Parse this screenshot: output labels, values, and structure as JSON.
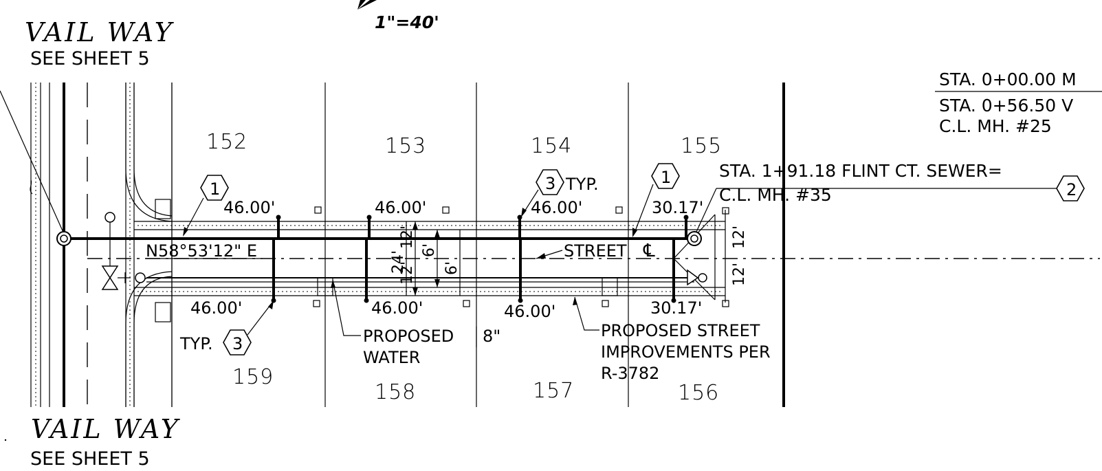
{
  "scale_label": "1\"=40'",
  "streets": {
    "top_name": "VAIL WAY",
    "top_ref": "SEE SHEET 5",
    "bottom_name": "VAIL WAY",
    "bottom_ref": "SEE SHEET 5",
    "centerline_label": "STREET",
    "centerline_symbol": "℄"
  },
  "lots_north": [
    "152",
    "153",
    "154",
    "155"
  ],
  "lots_south": [
    "159",
    "158",
    "157",
    "156"
  ],
  "stations": {
    "sta1_line": "STA. 0+00.00 M",
    "sta2_line": "STA. 0+56.50 V",
    "sta2_mh": "C.L. MH. #25",
    "sta3_line": "STA. 1+91.18 FLINT CT. SEWER=",
    "sta3_mh": "C.L. MH. #35"
  },
  "bearing": "N58°53'12\" E",
  "dimensions": {
    "north": [
      "46.00'",
      "46.00'",
      "46.00'",
      "30.17'"
    ],
    "south": [
      "46.00'",
      "46.00'",
      "46.00'",
      "30.17'"
    ],
    "row_total": "24'",
    "half_a": "12'",
    "half_b": "12'",
    "sidewalk_a": "6'",
    "sidewalk_b": "6'",
    "right_half_a": "12'",
    "right_half_b": "12'"
  },
  "callouts": {
    "c1_left": "1",
    "c1_right": "1",
    "c2": "2",
    "c3_top": "3",
    "c3_top_typ": "TYP.",
    "c3_bottom": "3",
    "c3_bottom_typ": "TYP."
  },
  "notes": {
    "water_line1": "PROPOSED",
    "water_size": "8\"",
    "water_line2": "WATER",
    "street_line1": "PROPOSED STREET",
    "street_line2": "IMPROVEMENTS PER",
    "street_line3": "R-3782"
  },
  "icons": [
    "manhole-icon",
    "gate-valve-icon",
    "hydrant-icon",
    "north-arrow-icon"
  ]
}
